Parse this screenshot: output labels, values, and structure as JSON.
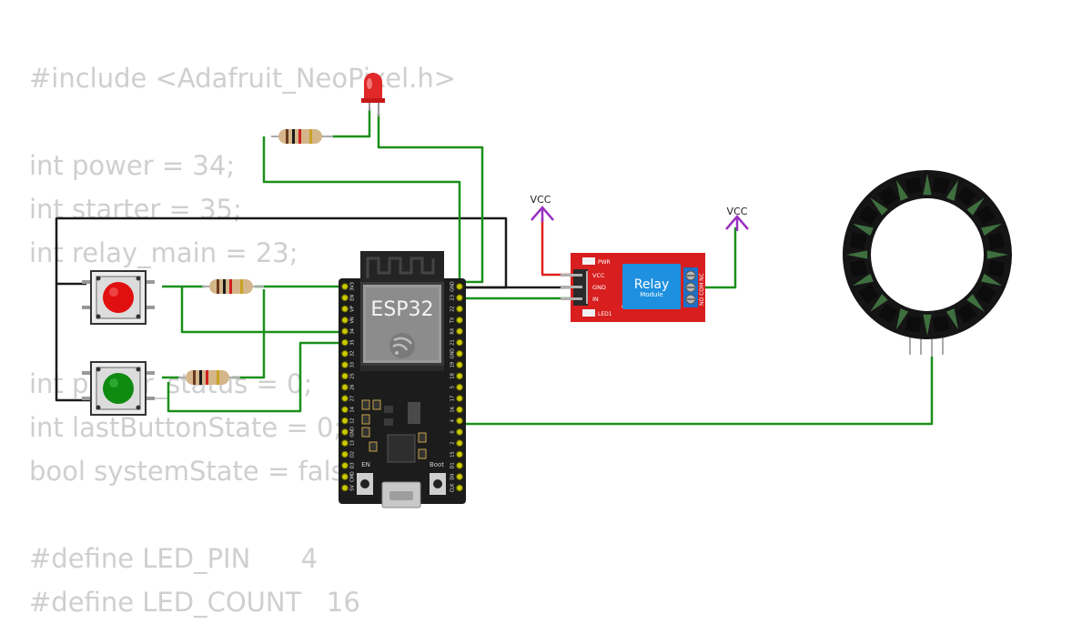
{
  "code_lines": [
    "#include <Adafruit_NeoPixel.h>",
    "",
    "int power = 34;",
    "int starter = 35;",
    "int relay_main = 23;",
    "",
    "",
    "int power_status = 0;",
    "int lastButtonState = 0;",
    "bool systemState = false;",
    "",
    "#define LED_PIN      4",
    "#define LED_COUNT   16"
  ],
  "esp32": {
    "label": "ESP32",
    "left_pins": [
      "3V3",
      "EN",
      "VP",
      "VN",
      "34",
      "35",
      "32",
      "33",
      "25",
      "26",
      "27",
      "14",
      "12",
      "GND",
      "13",
      "D2",
      "D3",
      "CMD",
      "5V"
    ],
    "right_pins": [
      "GND",
      "23",
      "22",
      "TX",
      "RX",
      "21",
      "GND",
      "19",
      "18",
      "5",
      "17",
      "16",
      "4",
      "0",
      "2",
      "15",
      "D1",
      "D0",
      "CLK"
    ],
    "en_label": "EN",
    "boot_label": "Boot"
  },
  "relay": {
    "title": "Relay",
    "subtitle": "Module",
    "pin_vcc": "VCC",
    "pin_gnd": "GND",
    "pin_in": "IN",
    "pwr_label": "PWR",
    "led_label": "LED1",
    "contacts": "NO COM NC"
  },
  "vcc_left": "VCC",
  "vcc_right": "VCC",
  "ring": {
    "pixel_count": 16
  },
  "colors": {
    "wire_green": "#1a8f1a",
    "wire_red": "#e02020",
    "wire_black": "#1a1a1a",
    "vcc_purple": "#9b30c0",
    "relay_red": "#d81e1e",
    "relay_blue": "#1e90e0",
    "board_black": "#1c1c1c",
    "button_red": "#e01010",
    "button_green": "#0e8a10",
    "led_red": "#e02828",
    "ring_black": "#151515",
    "ring_green": "#3f6f3f",
    "code_gray": "#cfcfcf"
  }
}
